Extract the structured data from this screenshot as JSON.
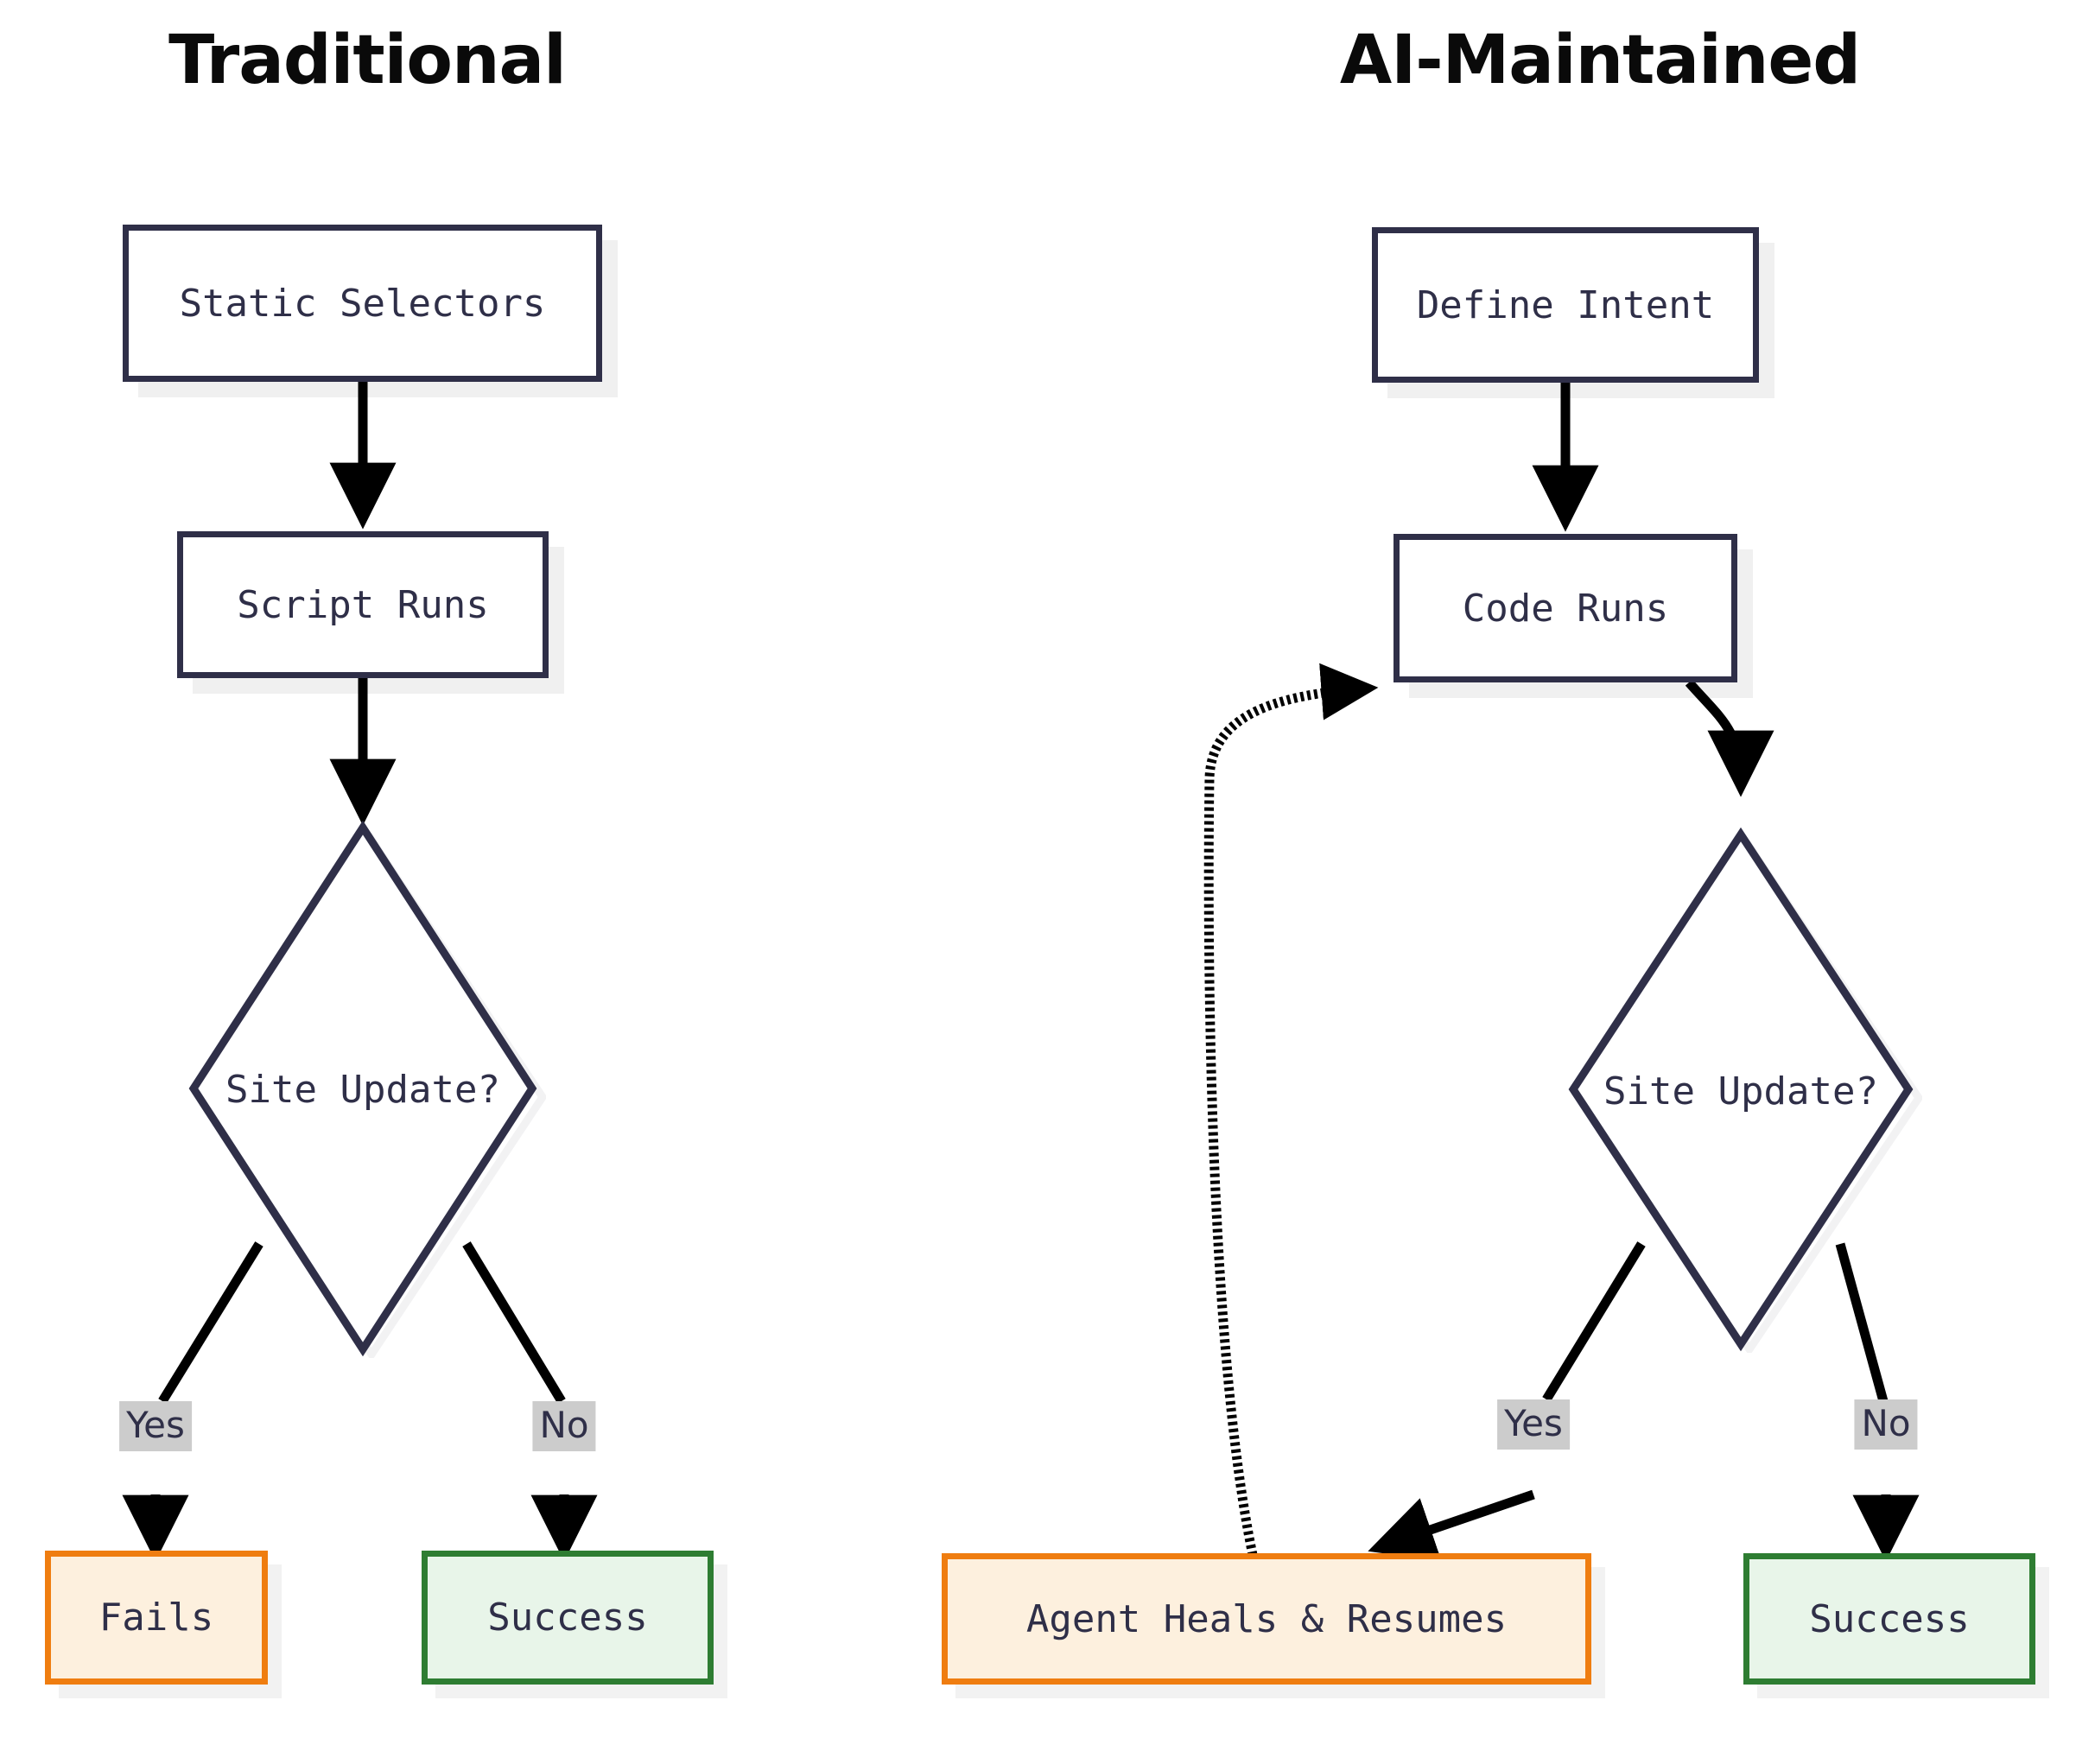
{
  "diagram": {
    "type": "flowchart",
    "background_color": "#ffffff",
    "node_border_color": "#2f2f48",
    "node_fill_color": "#ffffff",
    "fail_border_color": "#ef7d10",
    "fail_fill_color": "#fdf0de",
    "success_border_color": "#2e7d32",
    "success_fill_color": "#e8f5e9",
    "edge_label_bg_color": "#cccccc",
    "edge_color": "#000000"
  },
  "columns": [
    {
      "id": "traditional",
      "title": "Traditional",
      "nodes": [
        {
          "id": "static-selectors",
          "label": "Static Selectors",
          "shape": "rect",
          "style": "default"
        },
        {
          "id": "script-runs",
          "label": "Script Runs",
          "shape": "rect",
          "style": "default"
        },
        {
          "id": "site-update",
          "label": "Site Update?",
          "shape": "diamond",
          "style": "default"
        },
        {
          "id": "fails",
          "label": "Fails",
          "shape": "rect",
          "style": "fail"
        },
        {
          "id": "success",
          "label": "Success",
          "shape": "rect",
          "style": "success"
        }
      ],
      "edges": [
        {
          "from": "static-selectors",
          "to": "script-runs",
          "label": "",
          "style": "solid"
        },
        {
          "from": "script-runs",
          "to": "site-update",
          "label": "",
          "style": "solid"
        },
        {
          "from": "site-update",
          "to": "fails",
          "label": "Yes",
          "style": "solid"
        },
        {
          "from": "site-update",
          "to": "success",
          "label": "No",
          "style": "solid"
        }
      ]
    },
    {
      "id": "ai-maintained",
      "title": "AI-Maintained",
      "nodes": [
        {
          "id": "define-intent",
          "label": "Define Intent",
          "shape": "rect",
          "style": "default"
        },
        {
          "id": "code-runs",
          "label": "Code Runs",
          "shape": "rect",
          "style": "default"
        },
        {
          "id": "site-update-2",
          "label": "Site Update?",
          "shape": "diamond",
          "style": "default"
        },
        {
          "id": "agent-heals",
          "label": "Agent Heals & Resumes",
          "shape": "rect",
          "style": "fail"
        },
        {
          "id": "success-2",
          "label": "Success",
          "shape": "rect",
          "style": "success"
        }
      ],
      "edges": [
        {
          "from": "define-intent",
          "to": "code-runs",
          "label": "",
          "style": "solid"
        },
        {
          "from": "code-runs",
          "to": "site-update-2",
          "label": "",
          "style": "solid"
        },
        {
          "from": "site-update-2",
          "to": "agent-heals",
          "label": "Yes",
          "style": "solid"
        },
        {
          "from": "site-update-2",
          "to": "success-2",
          "label": "No",
          "style": "solid"
        },
        {
          "from": "agent-heals",
          "to": "code-runs",
          "label": "",
          "style": "dotted"
        }
      ]
    }
  ],
  "labels": {
    "yes_left": "Yes",
    "no_left": "No",
    "yes_right": "Yes",
    "no_right": "No"
  }
}
